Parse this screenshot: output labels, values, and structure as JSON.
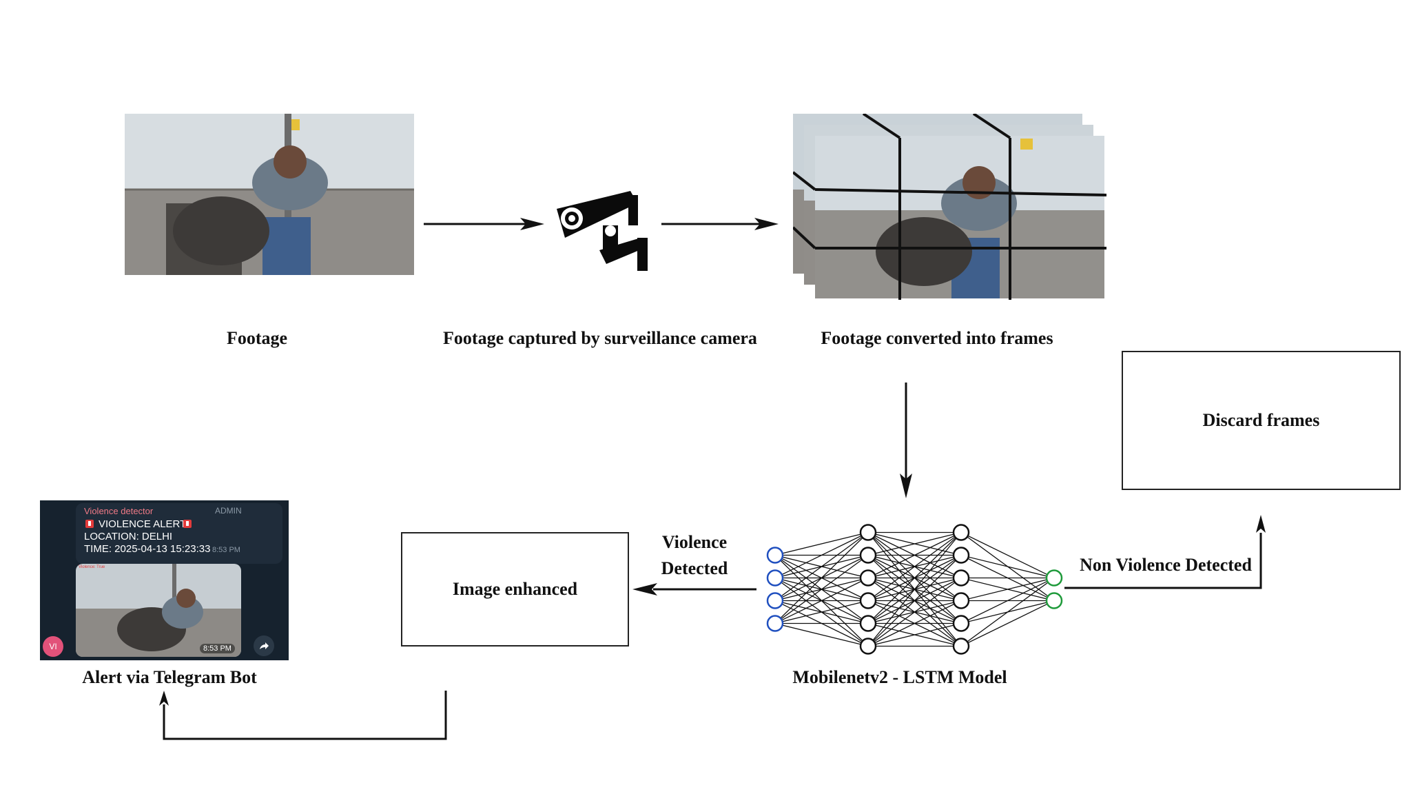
{
  "labels": {
    "footage": "Footage",
    "camera": "Footage captured by surveillance camera",
    "frames": "Footage converted into frames",
    "model": "Mobilenetv2 - LSTM Model",
    "alert": "Alert via Telegram Bot"
  },
  "boxes": {
    "discard": "Discard frames",
    "enhanced": "Image enhanced"
  },
  "edges": {
    "violence_line1": "Violence",
    "violence_line2": "Detected",
    "non_violence": "Non Violence Detected"
  },
  "telegram": {
    "sender": "Violence detector",
    "role": "ADMIN",
    "alert_title": "VIOLENCE ALERT",
    "location": "LOCATION: DELHI",
    "time": "TIME: 2025-04-13 15:23:33",
    "msg_time": "8:53 PM",
    "video_overlay": "Violence: True",
    "video_time": "8:53 PM",
    "avatar": "VI"
  },
  "network": {
    "layers": [
      4,
      6,
      6,
      2
    ],
    "colors": {
      "input": "#1f4fbf",
      "hidden": "#111111",
      "output": "#1e9a3a"
    }
  },
  "icons": [
    "cctv-camera-icon",
    "alert-siren-icon",
    "share-icon"
  ]
}
